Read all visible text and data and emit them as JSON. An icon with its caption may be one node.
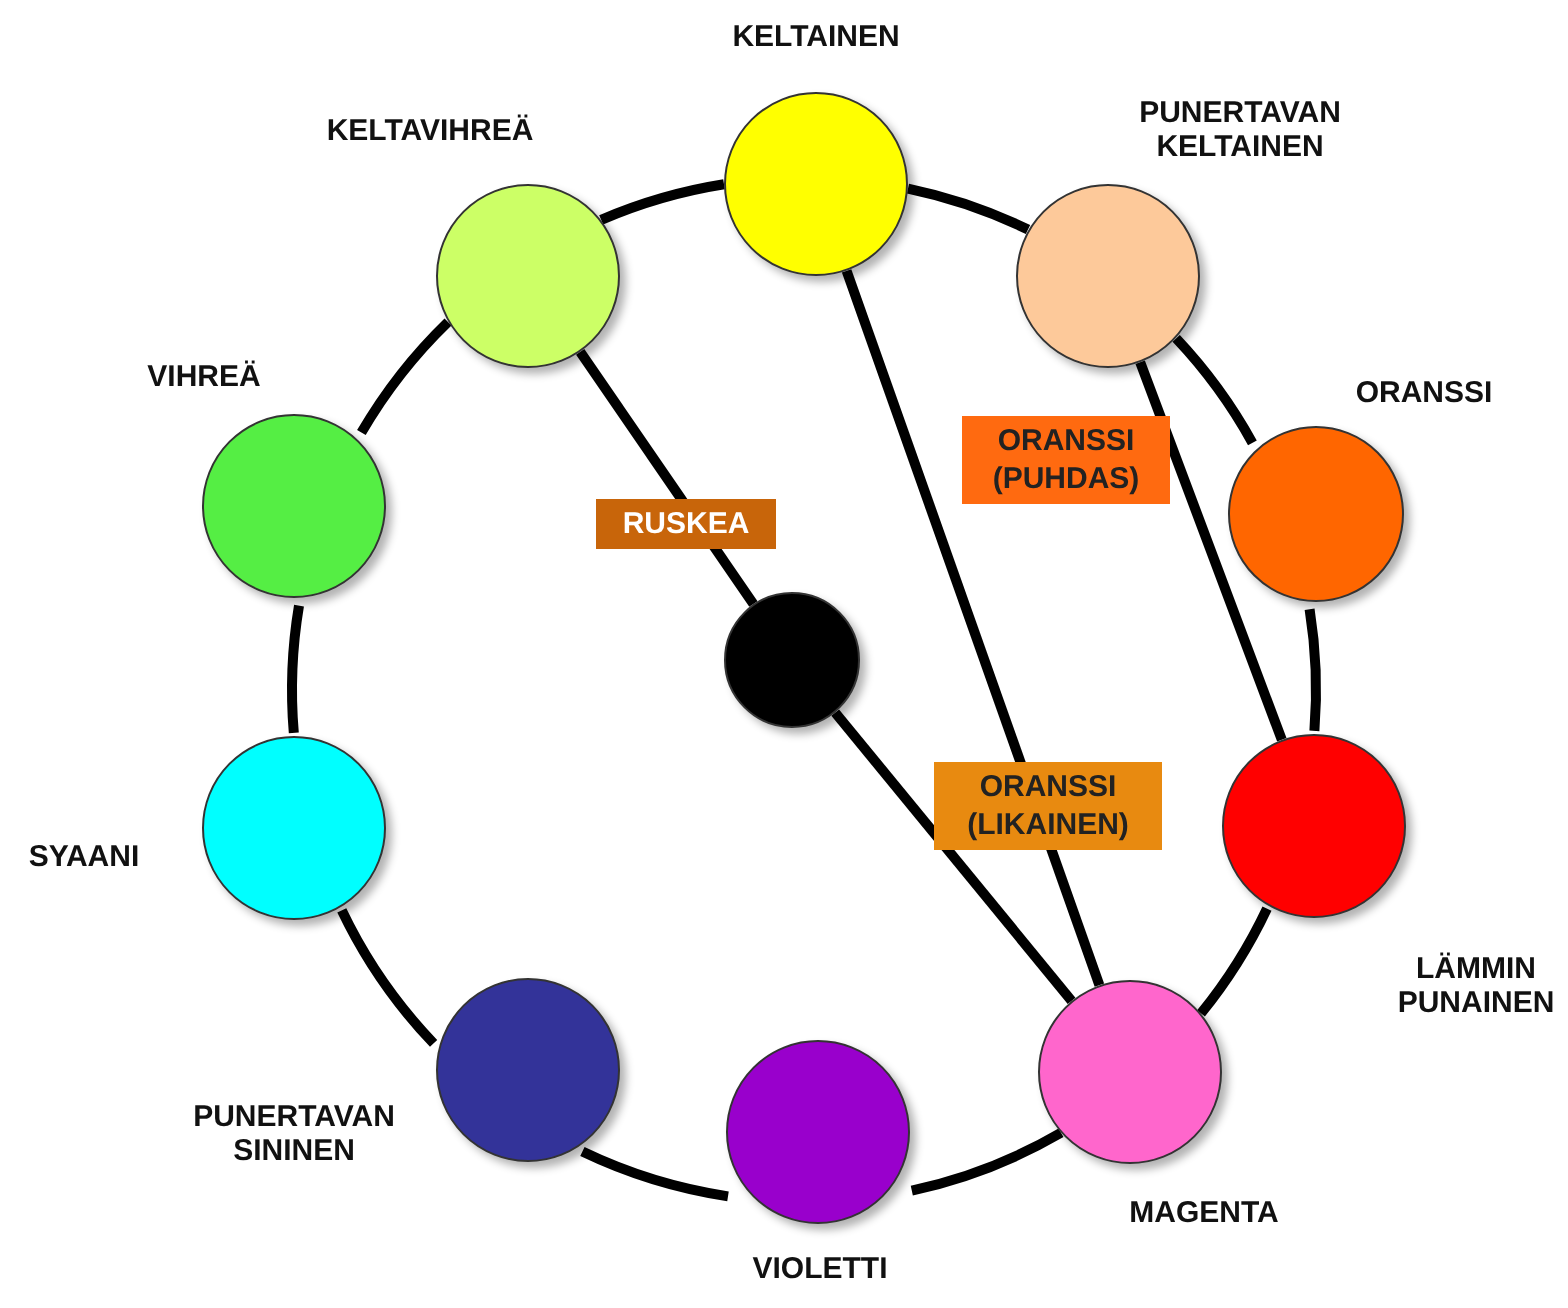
{
  "diagram": {
    "nodes": [
      {
        "text": [],
        "shape": "circle",
        "beside": [
          "KELTAINEN"
        ]
      },
      {
        "text": [],
        "shape": "circle",
        "beside": [
          "PUNERTAVAN KELTAINEN"
        ]
      },
      {
        "text": [],
        "shape": "circle",
        "beside": [
          "ORANSSI"
        ]
      },
      {
        "text": [],
        "shape": "circle",
        "beside": [
          "LÄMMIN PUNAINEN"
        ]
      },
      {
        "text": [],
        "shape": "circle",
        "beside": [
          "MAGENTA"
        ]
      },
      {
        "text": [],
        "shape": "circle",
        "beside": [
          "VIOLETTI"
        ]
      },
      {
        "text": [],
        "shape": "circle",
        "beside": [
          "PUNERTAVAN SININEN"
        ]
      },
      {
        "text": [],
        "shape": "circle",
        "beside": [
          "SYAANI"
        ]
      },
      {
        "text": [],
        "shape": "circle",
        "beside": [
          "VIHREÄ"
        ]
      },
      {
        "text": [],
        "shape": "circle",
        "beside": [
          "KELTAVIHREÄ"
        ]
      },
      {
        "text": [],
        "shape": "circle"
      }
    ],
    "edges": [
      {
        "from": 0,
        "to": 1,
        "arrow": "none"
      },
      {
        "from": 1,
        "to": 2,
        "arrow": "none"
      },
      {
        "from": 2,
        "to": 3,
        "arrow": "none"
      },
      {
        "from": 3,
        "to": 4,
        "arrow": "none"
      },
      {
        "from": 4,
        "to": 5,
        "arrow": "none"
      },
      {
        "from": 5,
        "to": 6,
        "arrow": "none"
      },
      {
        "from": 6,
        "to": 7,
        "arrow": "none"
      },
      {
        "from": 7,
        "to": 8,
        "arrow": "none"
      },
      {
        "from": 8,
        "to": 9,
        "arrow": "none"
      },
      {
        "from": 9,
        "to": 0,
        "arrow": "none"
      },
      {
        "from": 9,
        "to": 10,
        "arrow": "none",
        "label": "RUSKEA"
      },
      {
        "from": 10,
        "to": 4,
        "arrow": "none"
      },
      {
        "from": 1,
        "to": 3,
        "arrow": "none",
        "label": "ORANSSI (PUHDAS)"
      },
      {
        "from": 0,
        "to": 4,
        "arrow": "none",
        "label": "ORANSSI (LIKAINEN)"
      }
    ]
  }
}
